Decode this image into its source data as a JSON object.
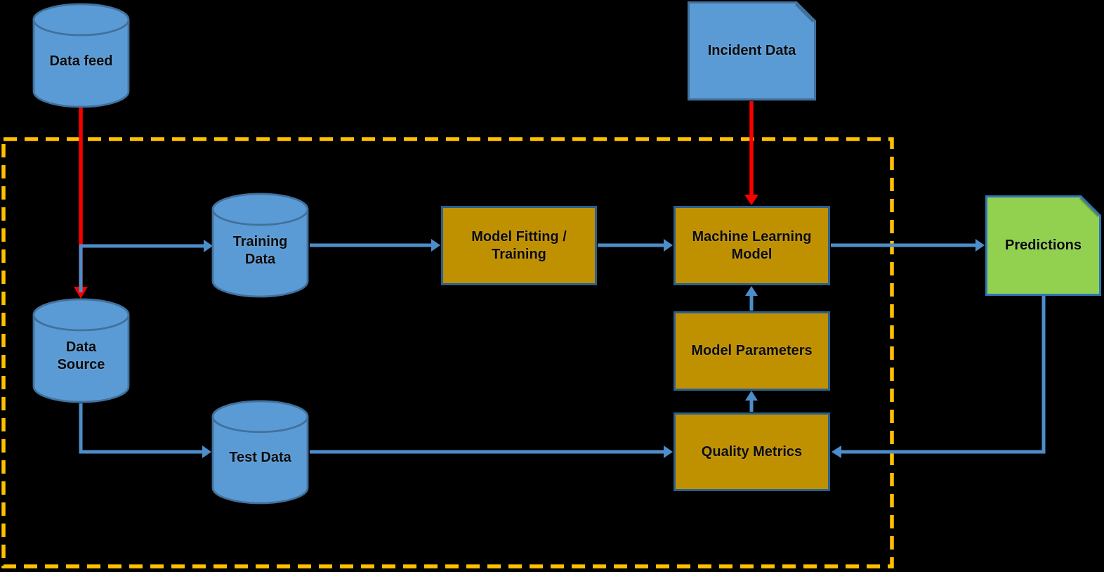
{
  "diagram_title": "",
  "colors": {
    "background": "#000000",
    "boundary_dash": "#FFC000",
    "blue_fill": "#5B9BD5",
    "blue_border": "#41719C",
    "gold_fill": "#BF9000",
    "gold_border": "#2C5F8B",
    "green_fill": "#92D050",
    "green_border": "#2E75B6",
    "arrow_blue": "#4D8DC9",
    "arrow_red": "#F80000",
    "label_text": "#0d0d0d"
  },
  "nodes": {
    "data_feed": {
      "label": "Data feed",
      "type": "cylinder"
    },
    "incident_data": {
      "label": "Incident Data",
      "type": "snipped-card"
    },
    "training_data": {
      "label": "Training Data",
      "type": "cylinder"
    },
    "data_source": {
      "label": "Data Source",
      "type": "cylinder"
    },
    "test_data": {
      "label": "Test Data",
      "type": "cylinder"
    },
    "model_fitting": {
      "label": "Model Fitting / Training",
      "type": "process"
    },
    "ml_model": {
      "label": "Machine Learning Model",
      "type": "process"
    },
    "model_parameters": {
      "label": "Model Parameters",
      "type": "process"
    },
    "quality_metrics": {
      "label": "Quality Metrics",
      "type": "process"
    },
    "predictions": {
      "label": "Predictions",
      "type": "snipped-card"
    }
  },
  "edges": [
    {
      "from": "Data feed",
      "to": "Data Source",
      "color": "red"
    },
    {
      "from": "Data feed",
      "to": "Training Data",
      "color": "blue"
    },
    {
      "from": "Incident Data",
      "to": "Machine Learning Model",
      "color": "red"
    },
    {
      "from": "Training Data",
      "to": "Model Fitting / Training",
      "color": "blue"
    },
    {
      "from": "Model Fitting / Training",
      "to": "Machine Learning Model",
      "color": "blue"
    },
    {
      "from": "Machine Learning Model",
      "to": "Predictions",
      "color": "blue"
    },
    {
      "from": "Data Source",
      "to": "Test Data",
      "color": "blue"
    },
    {
      "from": "Test Data",
      "to": "Quality Metrics",
      "color": "blue"
    },
    {
      "from": "Quality Metrics",
      "to": "Model Parameters",
      "color": "blue"
    },
    {
      "from": "Model Parameters",
      "to": "Machine Learning Model",
      "color": "blue"
    },
    {
      "from": "Predictions",
      "to": "Quality Metrics",
      "color": "blue"
    }
  ]
}
